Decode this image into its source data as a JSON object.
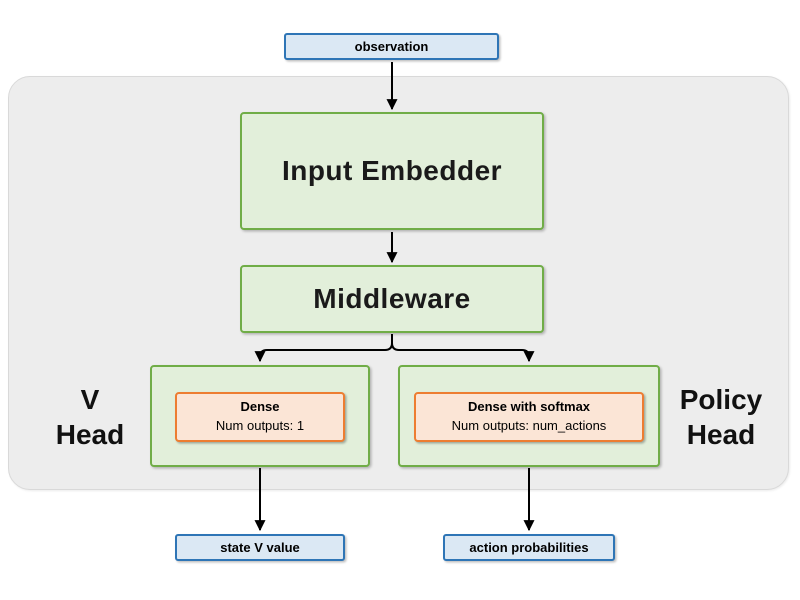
{
  "diagram": {
    "observation": {
      "label": "observation"
    },
    "input_embedder": {
      "label": "Input Embedder"
    },
    "middleware": {
      "label": "Middleware"
    },
    "v_head": {
      "title_line1": "V",
      "title_line2": "Head",
      "dense_title": "Dense",
      "dense_subtitle": "Num outputs: 1"
    },
    "policy_head": {
      "title_line1": "Policy",
      "title_line2": "Head",
      "dense_title": "Dense with softmax",
      "dense_subtitle": "Num outputs: num_actions"
    },
    "outputs": {
      "state_v_value": "state V value",
      "action_probabilities": "action probabilities"
    },
    "colors": {
      "io_fill": "#dbe8f4",
      "io_border": "#2e75b6",
      "block_fill": "#e2efda",
      "block_border": "#70ad47",
      "dense_fill": "#fbe5d6",
      "dense_border": "#ed7d31",
      "panel_fill": "#ededed",
      "panel_border": "#d9d9d9",
      "arrow": "#000000"
    }
  }
}
